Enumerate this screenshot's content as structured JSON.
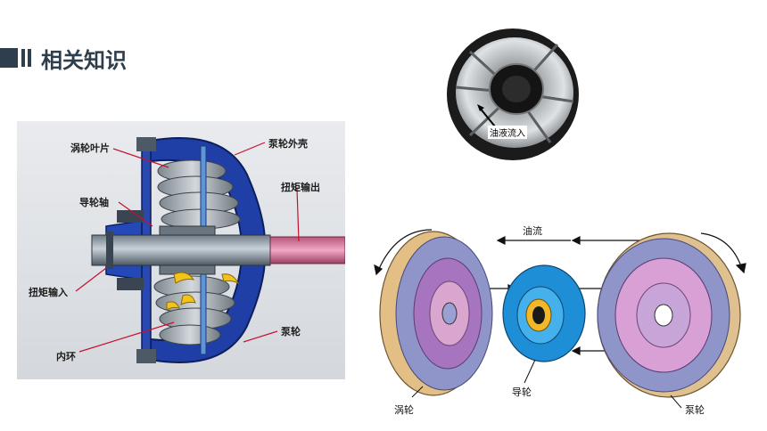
{
  "header": {
    "title": "相关知识"
  },
  "cutaway": {
    "labels": {
      "turbine_blades": "涡轮叶片",
      "pump_housing": "泵轮外壳",
      "torque_output": "扭矩输出",
      "stator_shaft": "导轮轴",
      "torque_input": "扭矩输入",
      "pump": "泵轮",
      "inner_ring": "内环"
    }
  },
  "photo": {
    "label": "油液流入"
  },
  "exploded": {
    "labels": {
      "oil_flow": "油流",
      "turbine": "涡轮",
      "stator": "导轮",
      "pump": "泵轮"
    }
  }
}
